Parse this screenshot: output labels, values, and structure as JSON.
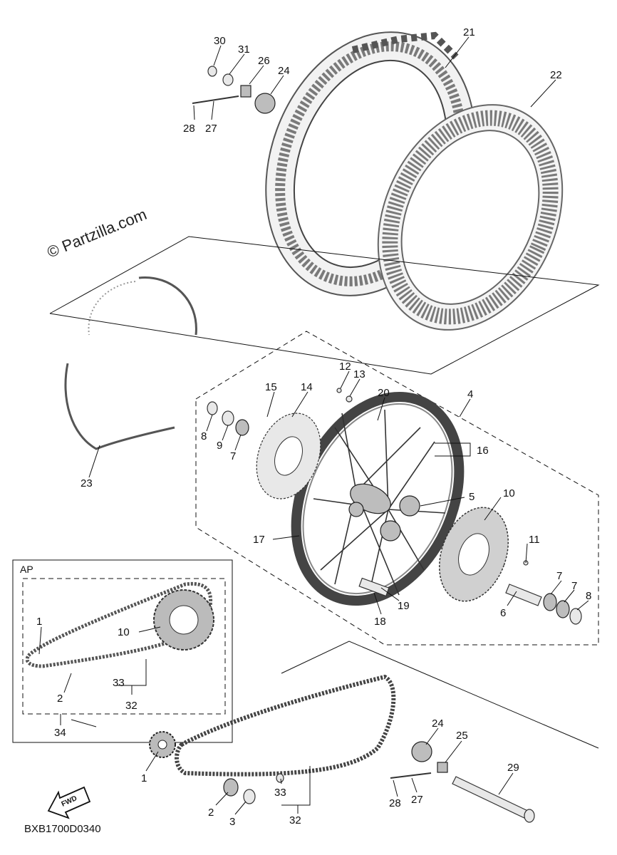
{
  "watermark": "© Partzilla.com",
  "diagram_code": "BXB1700D0340",
  "fwd_label": "FWD",
  "ap_box_label": "AP",
  "callouts": {
    "c1": "1",
    "c1b": "1",
    "c2": "2",
    "c2b": "2",
    "c3": "3",
    "c4": "4",
    "c5": "5",
    "c6": "6",
    "c7a": "7",
    "c7b": "7",
    "c7c": "7",
    "c8a": "8",
    "c8b": "8",
    "c9": "9",
    "c10a": "10",
    "c10b": "10",
    "c11": "11",
    "c12": "12",
    "c13": "13",
    "c14": "14",
    "c15": "15",
    "c16": "16",
    "c17": "17",
    "c18": "18",
    "c19": "19",
    "c20": "20",
    "c21": "21",
    "c22": "22",
    "c23": "23",
    "c24a": "24",
    "c24b": "24",
    "c25": "25",
    "c26": "26",
    "c27a": "27",
    "c27b": "27",
    "c28a": "28",
    "c28b": "28",
    "c29": "29",
    "c30": "30",
    "c31": "31",
    "c32a": "32",
    "c32b": "32",
    "c33a": "33",
    "c33b": "33",
    "c34": "34"
  }
}
